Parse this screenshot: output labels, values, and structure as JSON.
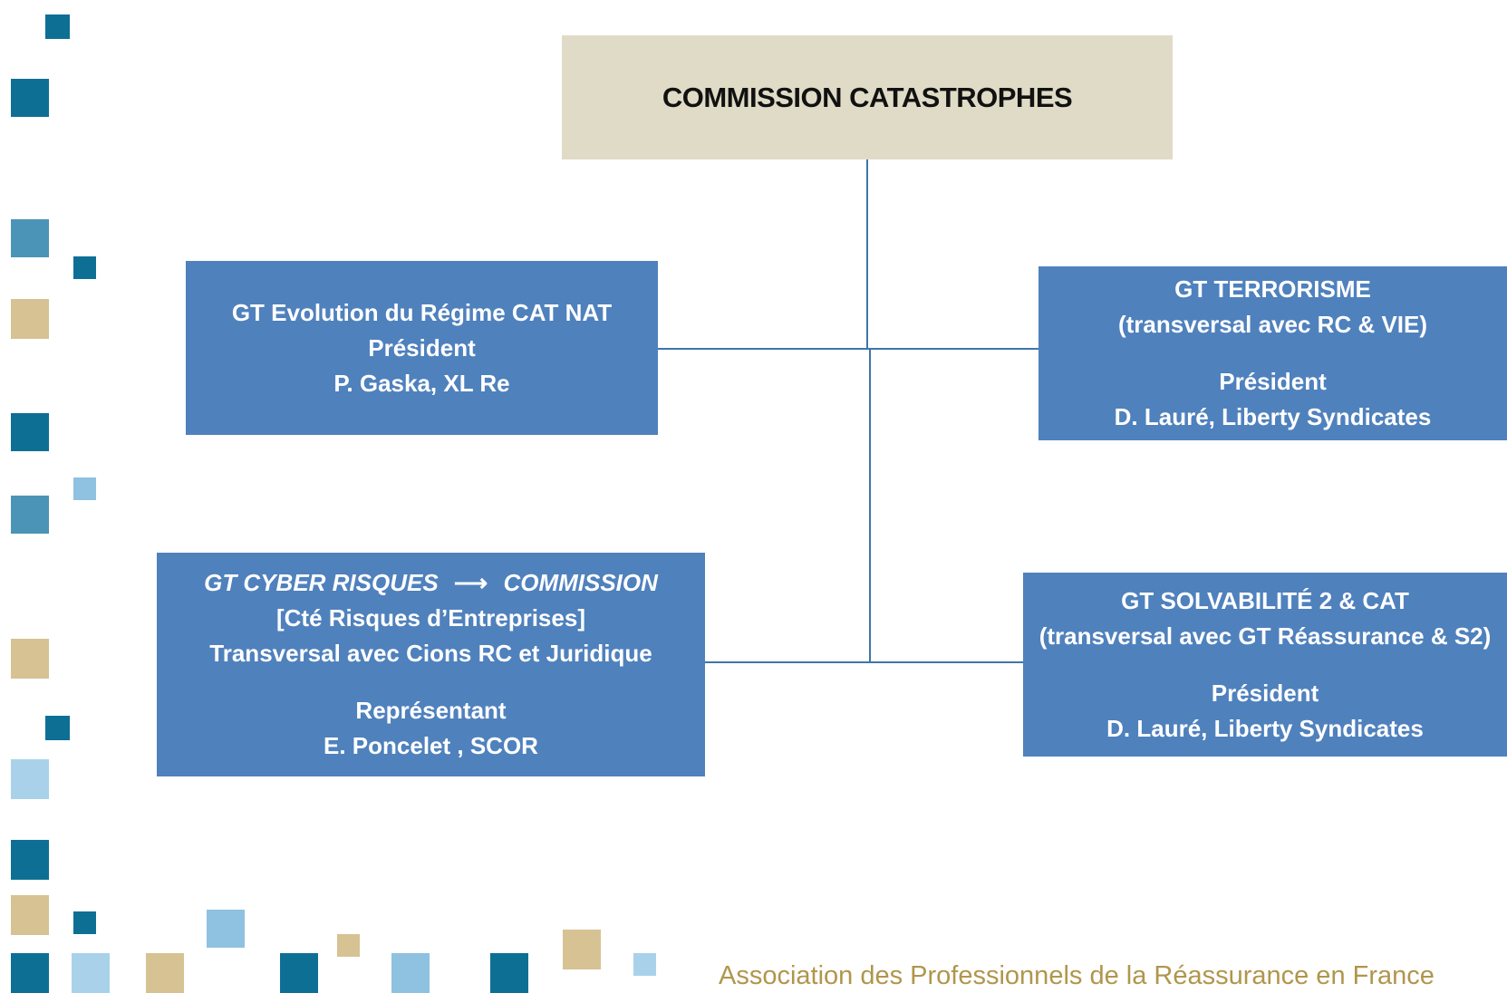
{
  "title": "COMMISSION CATASTROPHES",
  "box_regime": {
    "line1": "GT Evolution du Régime CAT NAT",
    "line2": "Président",
    "line3": "P. Gaska, XL Re"
  },
  "box_terrorisme": {
    "line1": "GT TERRORISME",
    "line2": "(transversal avec RC & VIE)",
    "line3": "Président",
    "line4": "D. Lauré, Liberty Syndicates"
  },
  "box_cyber": {
    "line1_a": "GT CYBER RISQUES",
    "arrow": "⟶",
    "line1_b": "COMMISSION",
    "line2": "[Cté Risques d’Entreprises]",
    "line3": "Transversal avec Cions RC et Juridique",
    "line4": "Représentant",
    "line5": "E. Poncelet , SCOR"
  },
  "box_solvabilite": {
    "line1": "GT SOLVABILITÉ 2 & CAT",
    "line2": "(transversal avec GT Réassurance & S2)",
    "line3": "Président",
    "line4": "D. Lauré, Liberty Syndicates"
  },
  "footer": "Association des Professionnels de la Réassurance en France",
  "colors": {
    "box": "#4f81bd",
    "title_box": "#e0dbc6",
    "connector": "#3f75a8",
    "footer_text": "#b0964c"
  }
}
